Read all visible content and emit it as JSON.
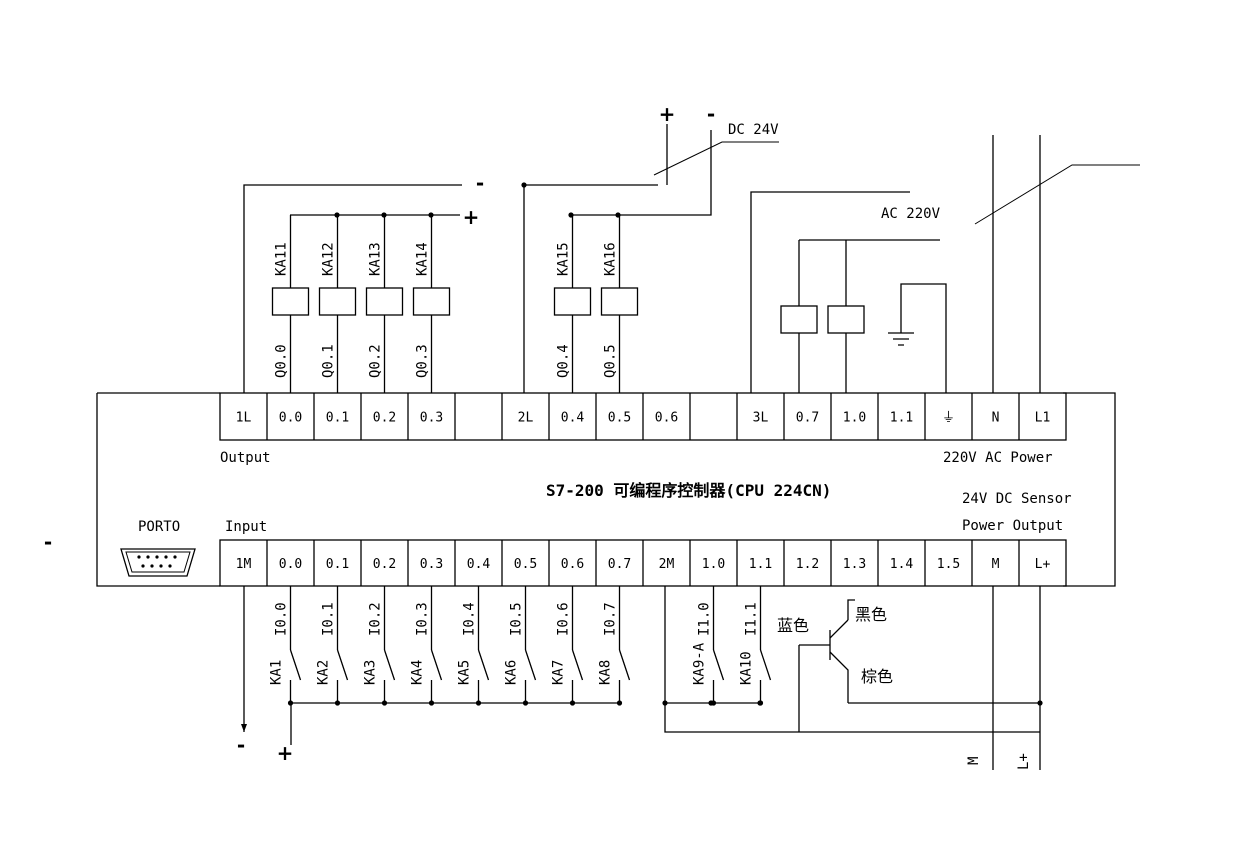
{
  "plc": {
    "title": "S7-200 可编程序控制器(CPU 224CN)",
    "output_label": "Output",
    "input_label": "Input",
    "port_label": "PORTO",
    "ac_power_label": "220V AC Power",
    "sensor_label_1": "24V DC Sensor",
    "sensor_label_2": "Power Output"
  },
  "output_terminals": [
    "1L",
    "0.0",
    "0.1",
    "0.2",
    "0.3",
    "",
    "2L",
    "0.4",
    "0.5",
    "0.6",
    "",
    "3L",
    "0.7",
    "1.0",
    "1.1",
    "⏚",
    "N",
    "L1"
  ],
  "input_terminals": [
    "1M",
    "0.0",
    "0.1",
    "0.2",
    "0.3",
    "0.4",
    "0.5",
    "0.6",
    "0.7",
    "2M",
    "1.0",
    "1.1",
    "1.2",
    "1.3",
    "1.4",
    "1.5",
    "M",
    "L+"
  ],
  "relay_coils": [
    "KA11",
    "KA12",
    "KA13",
    "KA14",
    "KA15",
    "KA16"
  ],
  "output_addresses": [
    "Q0.0",
    "Q0.1",
    "Q0.2",
    "Q0.3",
    "Q0.4",
    "Q0.5"
  ],
  "input_addresses": [
    "I0.0",
    "I0.1",
    "I0.2",
    "I0.3",
    "I0.4",
    "I0.5",
    "I0.6",
    "I0.7",
    "I1.0",
    "I1.1"
  ],
  "input_contacts": [
    "KA1",
    "KA2",
    "KA3",
    "KA4",
    "KA5",
    "KA6",
    "KA7",
    "KA8",
    "KA9-A",
    "KA10"
  ],
  "supplies": {
    "dc": "DC 24V",
    "ac": "AC 220V",
    "plus": "+",
    "minus": "-"
  },
  "sensor_wires": {
    "blue": "蓝色",
    "black": "黑色",
    "brown": "棕色"
  },
  "bottom_labels": {
    "m": "M",
    "lplus": "L+"
  }
}
